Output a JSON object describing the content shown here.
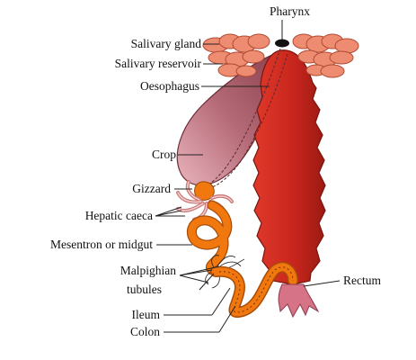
{
  "labels": {
    "pharynx": "Pharynx",
    "salivary_gland": "Salivary gland",
    "salivary_reservoir": "Salivary reservoir",
    "oesophagus": "Oesophagus",
    "crop": "Crop",
    "gizzard": "Gizzard",
    "hepatic_caeca": "Hepatic caeca",
    "midgut": "Mesentron or midgut",
    "malpighian_1": "Malpighian",
    "malpighian_2": "tubules",
    "ileum": "Ileum",
    "colon": "Colon",
    "rectum": "Rectum"
  },
  "colors": {
    "body": "#c8261d",
    "body_dark": "#8f160f",
    "crop": "#b56a77",
    "gland": "#ee8c72",
    "gut": "#f0780f",
    "rectum": "#d67386"
  }
}
